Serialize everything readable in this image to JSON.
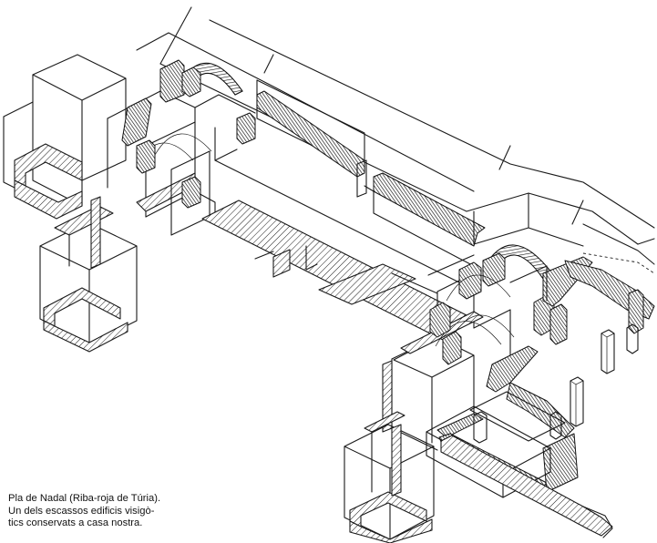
{
  "caption": {
    "line1": "Pla de Nadal (Riba-roja de Túria).",
    "line2": "Un dels escassos edificis visigò-",
    "line3": "tics conservats a casa nostra."
  }
}
